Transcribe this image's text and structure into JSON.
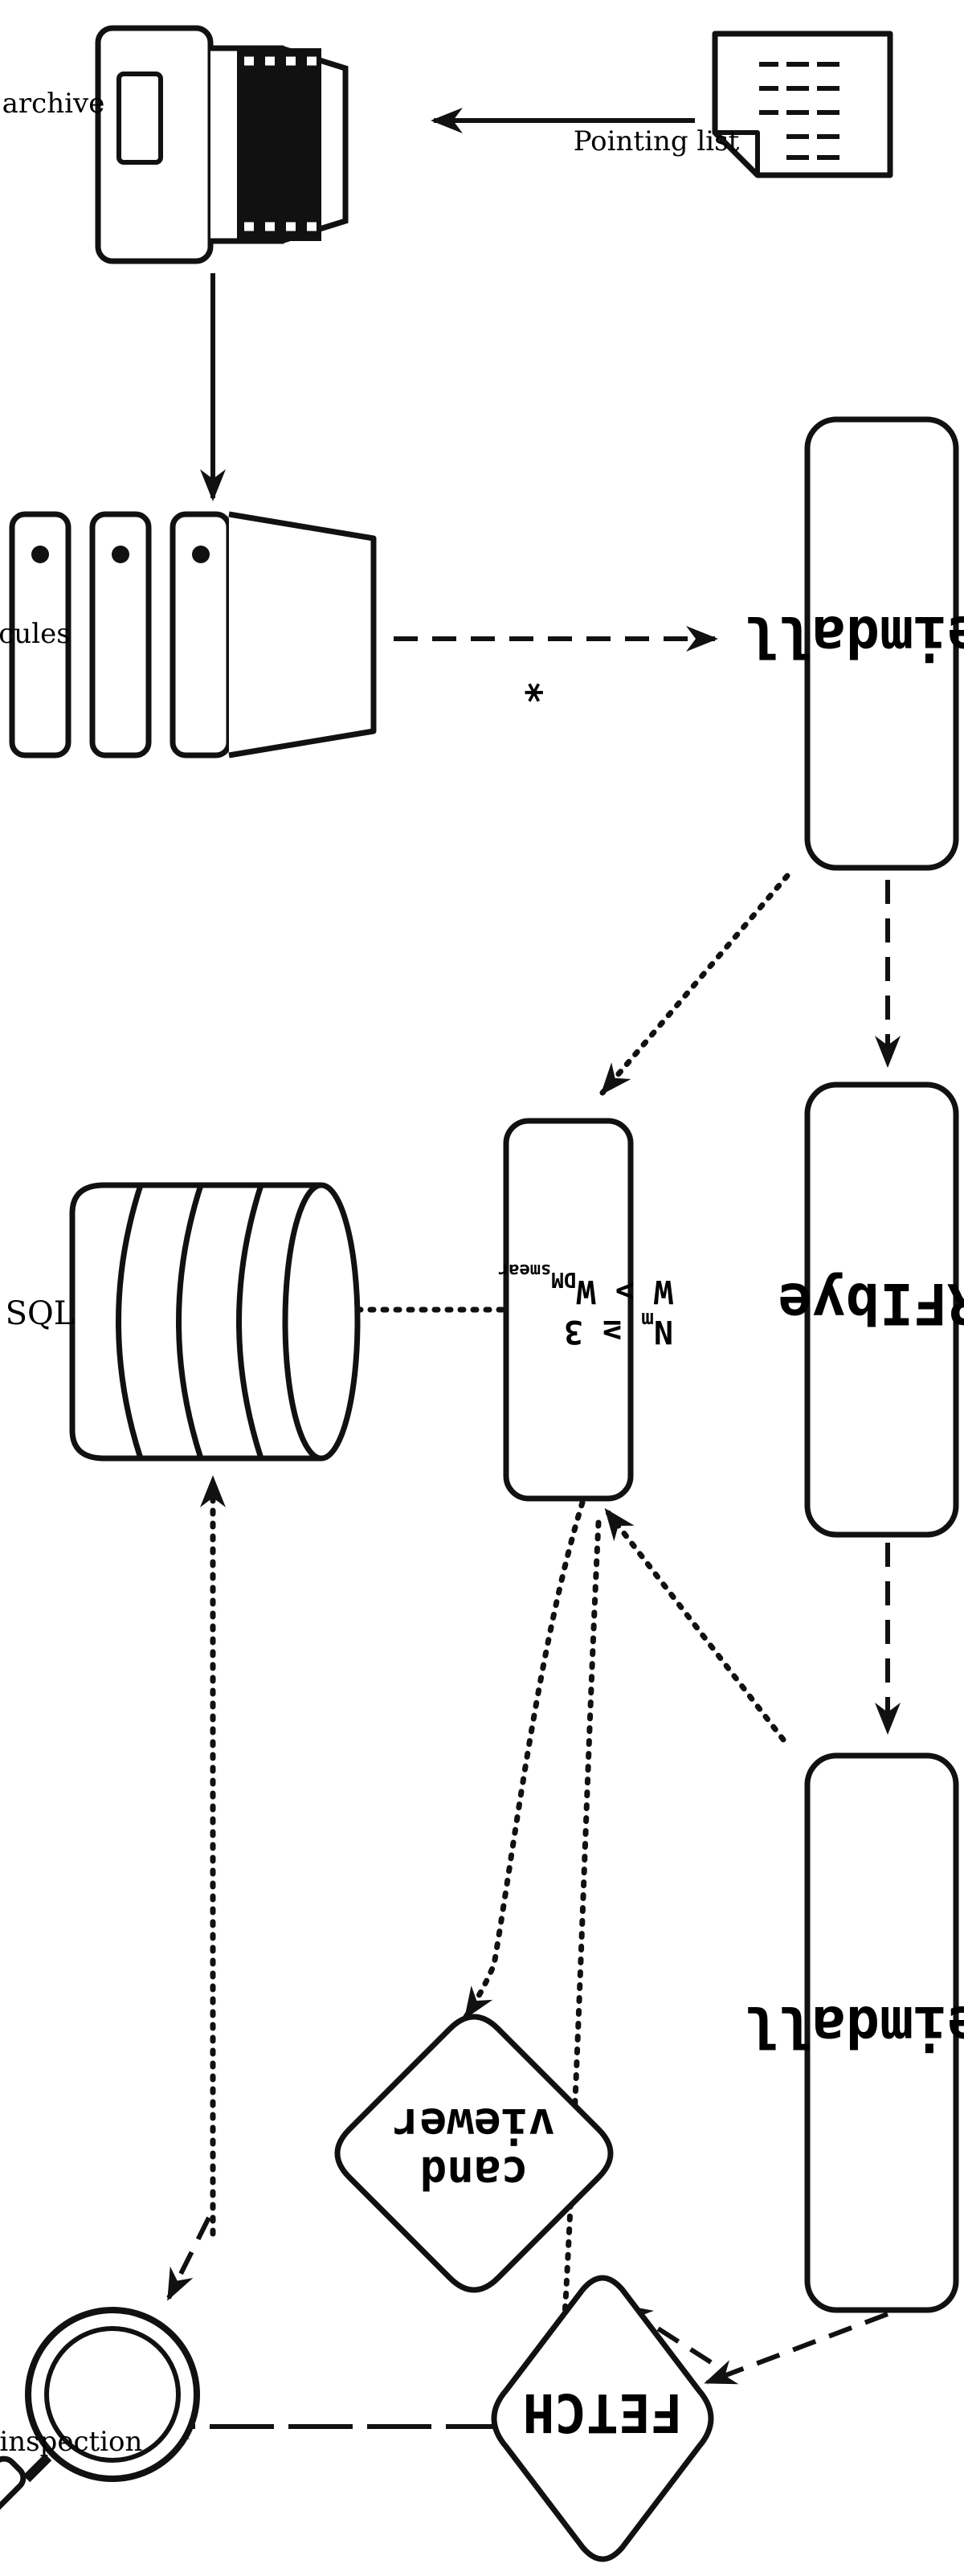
{
  "labels": {
    "tape_archive": "Tape archive",
    "pointing_list": "Pointing list",
    "hercules": "Hercules",
    "heimdall_1": "Heimdall",
    "rfibye": "RFIbye",
    "heimdall_2": "Heimdall",
    "sql": "SQL",
    "cand_viewer_line1": "cand",
    "cand_viewer_line2": "viewer",
    "fetch": "FETCH",
    "human_inspection": "Human inspection",
    "asterisk": "*"
  },
  "filter": {
    "n_sym": "N",
    "n_sub": "m",
    "op1": "≥",
    "n_val": "3",
    "w_sym": "W",
    "op2": ">",
    "w_rhs": "W",
    "w_rhs_sub": "DM",
    "w_rhs_subsub": "smear"
  },
  "colors": {
    "stroke": "#111111",
    "background": "#ffffff"
  }
}
